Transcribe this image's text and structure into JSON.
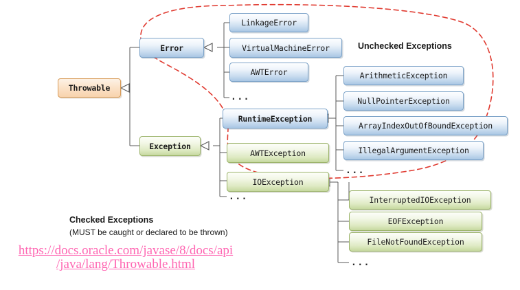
{
  "diagram": {
    "title": "Java Throwable class hierarchy",
    "colors": {
      "blue_fill": "#c9dcef",
      "blue_border": "#7ba2c8",
      "green_fill": "#dfeac4",
      "green_border": "#9bb36a",
      "orange_fill": "#f8d3ad",
      "orange_border": "#d79a56",
      "ellipse_red": "#e03a30",
      "link_pink": "#ff66b2",
      "connector_gray": "#595959"
    },
    "ellipsis": "..."
  },
  "nodes": {
    "root": {
      "label": "Throwable",
      "type": "orange"
    },
    "error": {
      "label": "Error",
      "type": "blue"
    },
    "exception": {
      "label": "Exception",
      "type": "green"
    },
    "runtime_exception": {
      "label": "RuntimeException",
      "type": "blue"
    }
  },
  "error_children": [
    {
      "label": "LinkageError",
      "type": "blue"
    },
    {
      "label": "VirtualMachineError",
      "type": "blue"
    },
    {
      "label": "AWTError",
      "type": "blue"
    }
  ],
  "exception_children": [
    {
      "label": "AWTException",
      "type": "green"
    },
    {
      "label": "IOException",
      "type": "green"
    }
  ],
  "runtime_children": [
    {
      "label": "ArithmeticException",
      "type": "blue"
    },
    {
      "label": "NullPointerException",
      "type": "blue"
    },
    {
      "label": "ArrayIndexOutOfBoundException",
      "type": "blue"
    },
    {
      "label": "IllegalArgumentException",
      "type": "blue"
    }
  ],
  "io_children": [
    {
      "label": "InterruptedIOException",
      "type": "green"
    },
    {
      "label": "EOFException",
      "type": "green"
    },
    {
      "label": "FileNotFoundException",
      "type": "green"
    }
  ],
  "annotations": {
    "unchecked_title": "Unchecked Exceptions",
    "checked_title": "Checked Exceptions",
    "checked_note": "(MUST be caught or declared to be thrown)"
  },
  "link": {
    "line1": "https://docs.oracle.com/javase/8/docs/api",
    "line2": "/java/lang/Throwable.html"
  }
}
